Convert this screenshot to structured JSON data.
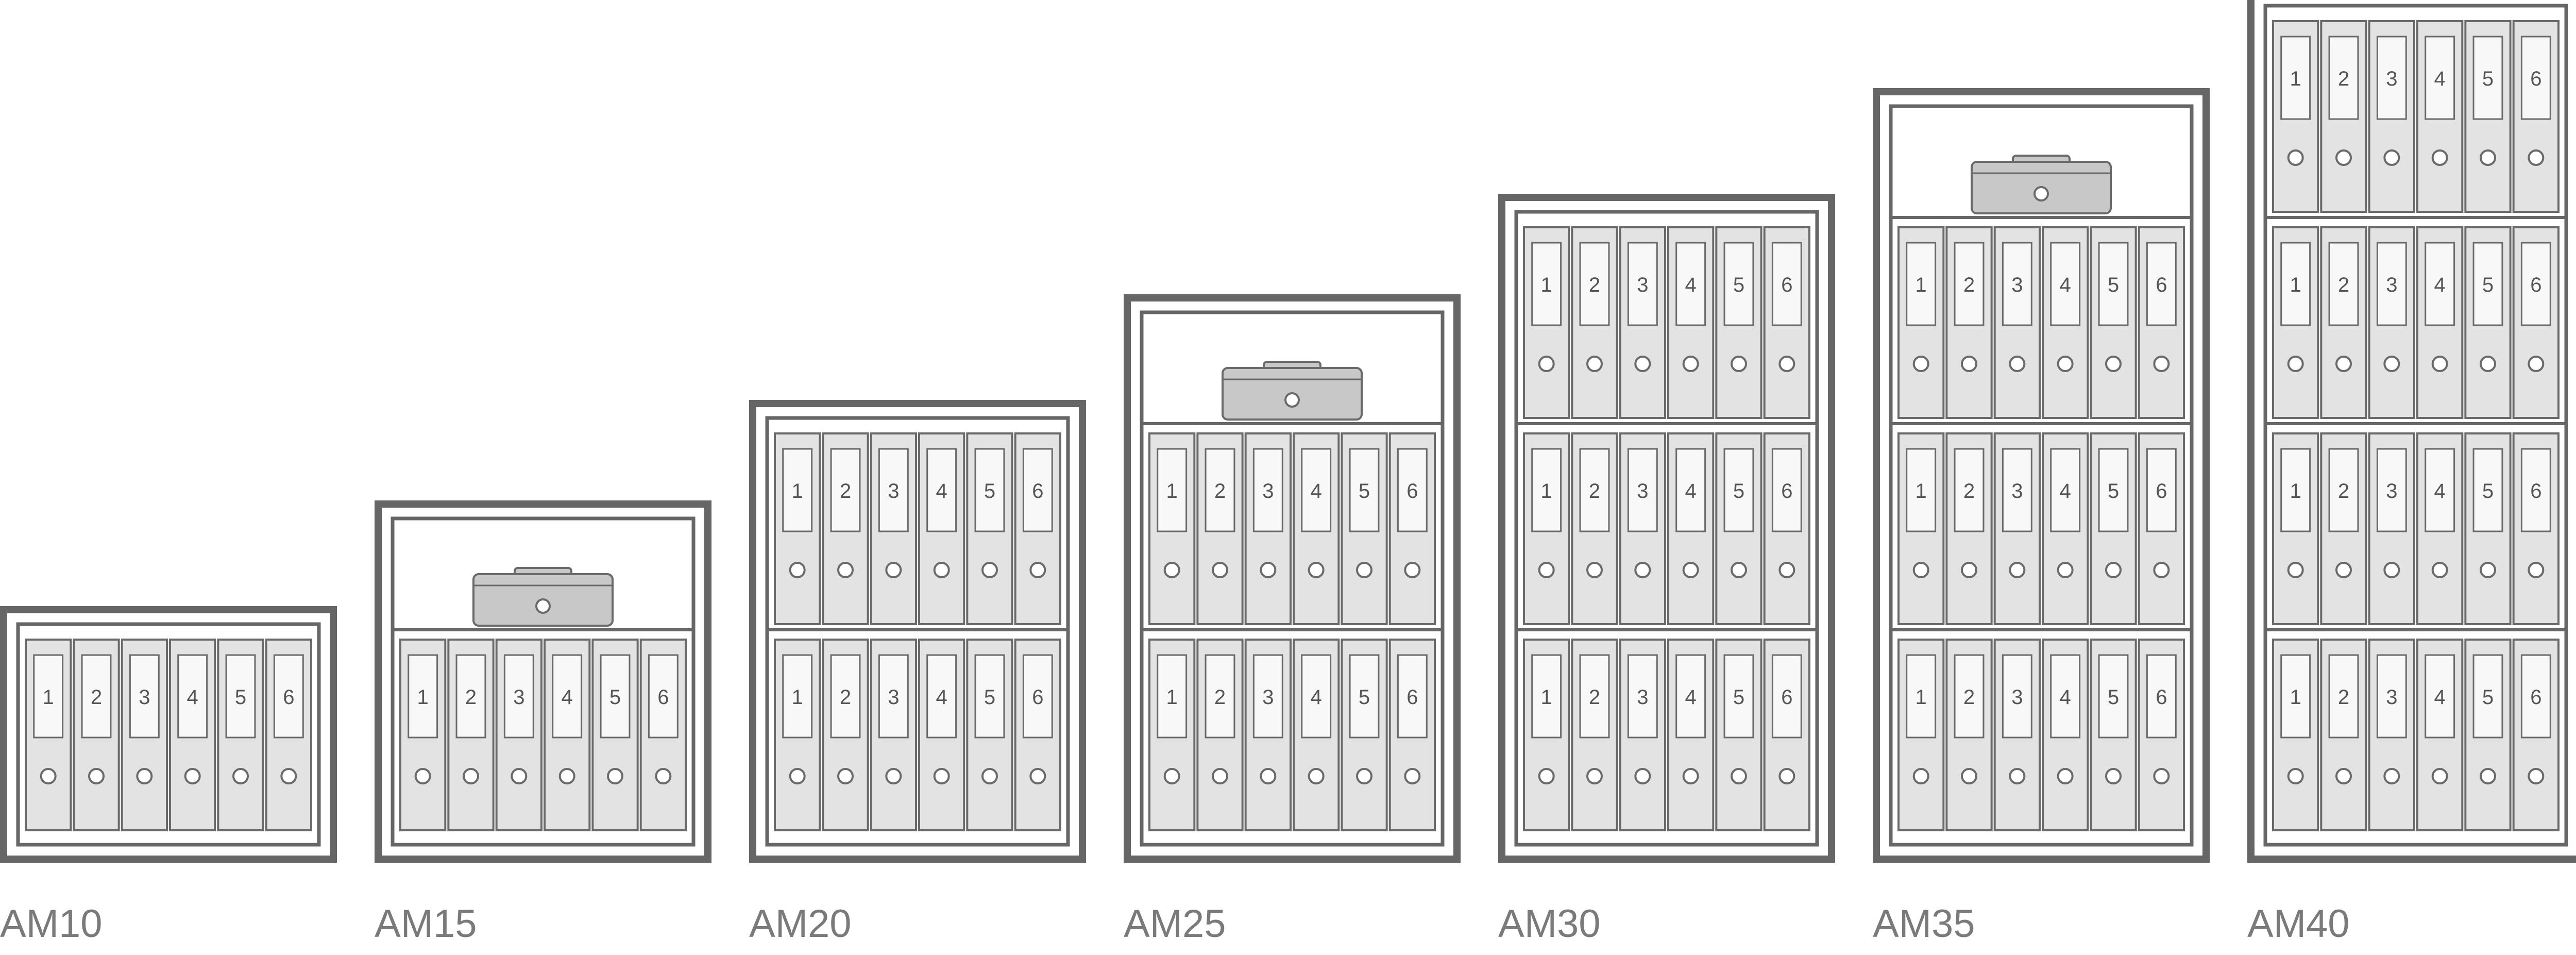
{
  "colors": {
    "frame": "#666666",
    "binder_fill": "#e3e3e3",
    "binder_stroke": "#6a6a6a",
    "cashbox_fill": "#c8c8c8",
    "label_text": "#7a7a7a",
    "background": "#ffffff"
  },
  "binder_numbers": [
    "1",
    "2",
    "3",
    "4",
    "5",
    "6"
  ],
  "models": [
    {
      "name": "AM10",
      "binder_shelves": 1,
      "cash_box_compartment": false
    },
    {
      "name": "AM15",
      "binder_shelves": 1,
      "cash_box_compartment": true
    },
    {
      "name": "AM20",
      "binder_shelves": 2,
      "cash_box_compartment": false
    },
    {
      "name": "AM25",
      "binder_shelves": 2,
      "cash_box_compartment": true
    },
    {
      "name": "AM30",
      "binder_shelves": 3,
      "cash_box_compartment": false
    },
    {
      "name": "AM35",
      "binder_shelves": 3,
      "cash_box_compartment": true
    },
    {
      "name": "AM40",
      "binder_shelves": 4,
      "cash_box_compartment": false
    }
  ],
  "icons": {
    "binder": "ring-binder-icon",
    "cash_box": "cash-box-icon"
  }
}
